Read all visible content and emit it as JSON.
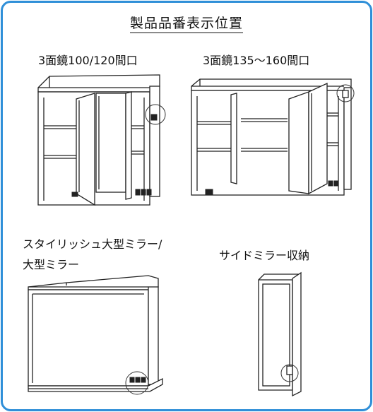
{
  "title": "製品品番表示位置",
  "sections": [
    {
      "label": "3面鏡100/120間口"
    },
    {
      "label": "3面鏡135〜160間口"
    },
    {
      "label_line1": "スタイリッシュ大型ミラー/",
      "label_line2": "大型ミラー"
    },
    {
      "label": "サイドミラー収納"
    }
  ],
  "colors": {
    "border": "#2f8fd8",
    "line": "#222222"
  }
}
